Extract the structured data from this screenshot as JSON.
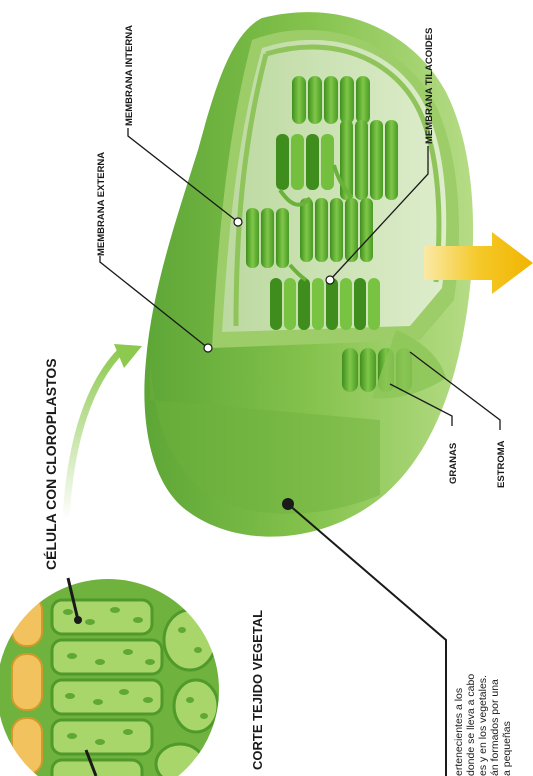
{
  "labels": {
    "celula": "CÉLULA CON CLOROPLASTOS",
    "corte": "CORTE TEJIDO VEGETAL",
    "membrana_externa": "MEMBRANA EXTERNA",
    "membrana_interna": "MEMBRANA INTERNA",
    "membrana_tilacoides": "MEMBRANA TILACOIDES",
    "granas": "GRANAS",
    "estroma": "ESTROMA"
  },
  "body_text": [
    "ertenecientes a los",
    "donde se lleva a cabo",
    "es y en los vegetales.",
    "án formados por una",
    "a pequeñas"
  ],
  "colors": {
    "chloroplast_light": "#a8d672",
    "chloroplast_mid": "#7dbf45",
    "chloroplast_dark": "#4f9a2a",
    "stroma": "#cfe6b4",
    "thylakoid": "#5cab2e",
    "cell_wall": "#5a9e37",
    "cell_fill": "#a9d66b",
    "vacuole": "#f2c25e",
    "arrow_yellow": "#f2c400",
    "arrow_green": "#8cc94e"
  }
}
